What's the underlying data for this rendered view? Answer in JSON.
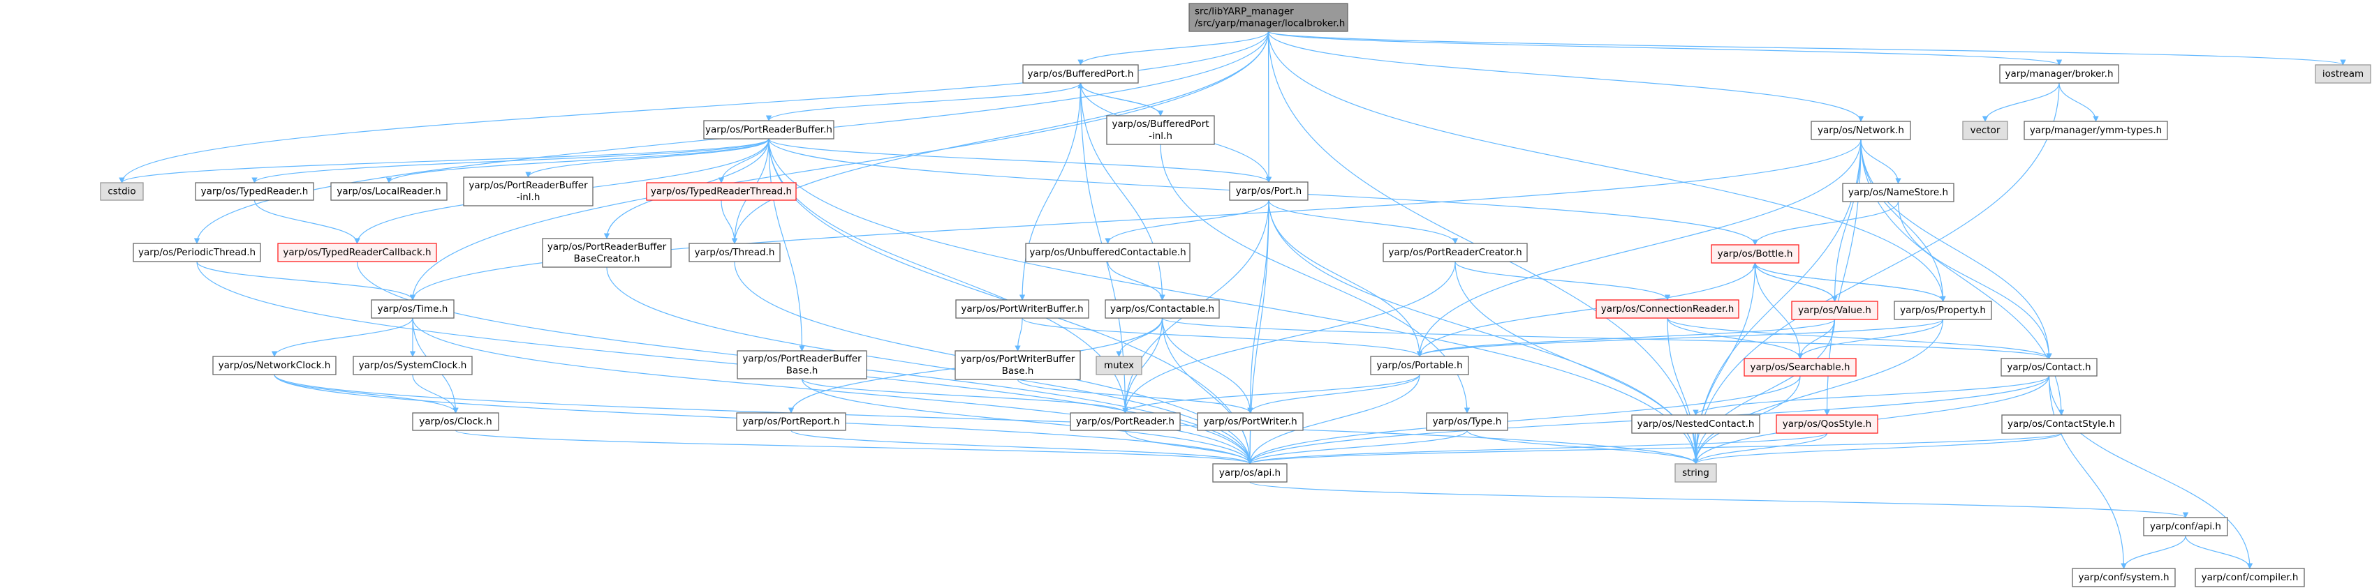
{
  "colors": {
    "edge": "#63b8ff",
    "root_fill": "#999999",
    "red_fill": "#fff0f0",
    "red_border": "#ff2020",
    "gray_fill": "#e0e0e0"
  },
  "nodes": [
    {
      "id": "root",
      "style": "root",
      "lines": [
        "src/libYARP_manager",
        "/src/yarp/manager/localbroker.h"
      ]
    },
    {
      "id": "bufferedport",
      "style": "normal",
      "lines": [
        "yarp/os/BufferedPort.h"
      ]
    },
    {
      "id": "bufferedport_inl",
      "style": "normal",
      "lines": [
        "yarp/os/BufferedPort",
        "-inl.h"
      ]
    },
    {
      "id": "portreaderbuffer",
      "style": "normal",
      "lines": [
        "yarp/os/PortReaderBuffer.h"
      ]
    },
    {
      "id": "port",
      "style": "normal",
      "lines": [
        "yarp/os/Port.h"
      ]
    },
    {
      "id": "cstdio",
      "style": "gray",
      "lines": [
        "cstdio"
      ]
    },
    {
      "id": "typedreader",
      "style": "normal",
      "lines": [
        "yarp/os/TypedReader.h"
      ]
    },
    {
      "id": "localreader",
      "style": "normal",
      "lines": [
        "yarp/os/LocalReader.h"
      ]
    },
    {
      "id": "prb_inl",
      "style": "normal",
      "lines": [
        "yarp/os/PortReaderBuffer",
        "-inl.h"
      ]
    },
    {
      "id": "typedreaderthread",
      "style": "red",
      "lines": [
        "yarp/os/TypedReaderThread.h"
      ]
    },
    {
      "id": "periodicthread",
      "style": "normal",
      "lines": [
        "yarp/os/PeriodicThread.h"
      ]
    },
    {
      "id": "typedreadercallback",
      "style": "red",
      "lines": [
        "yarp/os/TypedReaderCallback.h"
      ]
    },
    {
      "id": "prb_basecreator",
      "style": "normal",
      "lines": [
        "yarp/os/PortReaderBuffer",
        "BaseCreator.h"
      ]
    },
    {
      "id": "thread",
      "style": "normal",
      "lines": [
        "yarp/os/Thread.h"
      ]
    },
    {
      "id": "unbufferedcontactable",
      "style": "normal",
      "lines": [
        "yarp/os/UnbufferedContactable.h"
      ]
    },
    {
      "id": "portreadercreator",
      "style": "normal",
      "lines": [
        "yarp/os/PortReaderCreator.h"
      ]
    },
    {
      "id": "time",
      "style": "normal",
      "lines": [
        "yarp/os/Time.h"
      ]
    },
    {
      "id": "portwriterbuffer",
      "style": "normal",
      "lines": [
        "yarp/os/PortWriterBuffer.h"
      ]
    },
    {
      "id": "contactable",
      "style": "normal",
      "lines": [
        "yarp/os/Contactable.h"
      ]
    },
    {
      "id": "connectionreader",
      "style": "red",
      "lines": [
        "yarp/os/ConnectionReader.h"
      ]
    },
    {
      "id": "value",
      "style": "red",
      "lines": [
        "yarp/os/Value.h"
      ]
    },
    {
      "id": "property",
      "style": "normal",
      "lines": [
        "yarp/os/Property.h"
      ]
    },
    {
      "id": "bottle",
      "style": "red",
      "lines": [
        "yarp/os/Bottle.h"
      ]
    },
    {
      "id": "network",
      "style": "normal",
      "lines": [
        "yarp/os/Network.h"
      ]
    },
    {
      "id": "namestore",
      "style": "normal",
      "lines": [
        "yarp/os/NameStore.h"
      ]
    },
    {
      "id": "broker",
      "style": "normal",
      "lines": [
        "yarp/manager/broker.h"
      ]
    },
    {
      "id": "iostream",
      "style": "gray",
      "lines": [
        "iostream"
      ]
    },
    {
      "id": "vector",
      "style": "gray",
      "lines": [
        "vector"
      ]
    },
    {
      "id": "ymmtypes",
      "style": "normal",
      "lines": [
        "yarp/manager/ymm-types.h"
      ]
    },
    {
      "id": "networkclock",
      "style": "normal",
      "lines": [
        "yarp/os/NetworkClock.h"
      ]
    },
    {
      "id": "systemclock",
      "style": "normal",
      "lines": [
        "yarp/os/SystemClock.h"
      ]
    },
    {
      "id": "clock",
      "style": "normal",
      "lines": [
        "yarp/os/Clock.h"
      ]
    },
    {
      "id": "prb_base",
      "style": "normal",
      "lines": [
        "yarp/os/PortReaderBuffer",
        "Base.h"
      ]
    },
    {
      "id": "portreport",
      "style": "normal",
      "lines": [
        "yarp/os/PortReport.h"
      ]
    },
    {
      "id": "pwb_base",
      "style": "normal",
      "lines": [
        "yarp/os/PortWriterBuffer",
        "Base.h"
      ]
    },
    {
      "id": "mutex",
      "style": "gray",
      "lines": [
        "mutex"
      ]
    },
    {
      "id": "portable",
      "style": "normal",
      "lines": [
        "yarp/os/Portable.h"
      ]
    },
    {
      "id": "searchable",
      "style": "red",
      "lines": [
        "yarp/os/Searchable.h"
      ]
    },
    {
      "id": "contact",
      "style": "normal",
      "lines": [
        "yarp/os/Contact.h"
      ]
    },
    {
      "id": "portreader",
      "style": "normal",
      "lines": [
        "yarp/os/PortReader.h"
      ]
    },
    {
      "id": "portwriter",
      "style": "normal",
      "lines": [
        "yarp/os/PortWriter.h"
      ]
    },
    {
      "id": "type",
      "style": "normal",
      "lines": [
        "yarp/os/Type.h"
      ]
    },
    {
      "id": "nestedcontact",
      "style": "normal",
      "lines": [
        "yarp/os/NestedContact.h"
      ]
    },
    {
      "id": "qosstyle",
      "style": "red",
      "lines": [
        "yarp/os/QosStyle.h"
      ]
    },
    {
      "id": "contactstyle",
      "style": "normal",
      "lines": [
        "yarp/os/ContactStyle.h"
      ]
    },
    {
      "id": "api",
      "style": "normal",
      "lines": [
        "yarp/os/api.h"
      ]
    },
    {
      "id": "string",
      "style": "gray",
      "lines": [
        "string"
      ]
    },
    {
      "id": "confapi",
      "style": "normal",
      "lines": [
        "yarp/conf/api.h"
      ]
    },
    {
      "id": "confsystem",
      "style": "normal",
      "lines": [
        "yarp/conf/system.h"
      ]
    },
    {
      "id": "confcompiler",
      "style": "normal",
      "lines": [
        "yarp/conf/compiler.h"
      ]
    }
  ],
  "edges": [
    [
      "root",
      "bufferedport"
    ],
    [
      "root",
      "port"
    ],
    [
      "root",
      "network"
    ],
    [
      "root",
      "broker"
    ],
    [
      "root",
      "iostream"
    ],
    [
      "root",
      "string"
    ],
    [
      "root",
      "cstdio"
    ],
    [
      "root",
      "time"
    ],
    [
      "root",
      "thread"
    ],
    [
      "root",
      "periodicthread"
    ],
    [
      "root",
      "property"
    ],
    [
      "bufferedport",
      "portreaderbuffer"
    ],
    [
      "bufferedport",
      "port"
    ],
    [
      "bufferedport",
      "bufferedport_inl"
    ],
    [
      "bufferedport",
      "portwriterbuffer"
    ],
    [
      "bufferedport",
      "contactable"
    ],
    [
      "bufferedport",
      "portreader"
    ],
    [
      "bufferedport_inl",
      "bufferedport"
    ],
    [
      "bufferedport_inl",
      "type"
    ],
    [
      "portreaderbuffer",
      "cstdio"
    ],
    [
      "portreaderbuffer",
      "typedreader"
    ],
    [
      "portreaderbuffer",
      "localreader"
    ],
    [
      "portreaderbuffer",
      "prb_inl"
    ],
    [
      "portreaderbuffer",
      "typedreaderthread"
    ],
    [
      "portreaderbuffer",
      "thread"
    ],
    [
      "portreaderbuffer",
      "prb_basecreator"
    ],
    [
      "portreaderbuffer",
      "prb_base"
    ],
    [
      "portreaderbuffer",
      "port"
    ],
    [
      "portreaderbuffer",
      "portreader"
    ],
    [
      "portreaderbuffer",
      "bottle"
    ],
    [
      "portreaderbuffer",
      "string"
    ],
    [
      "portreaderbuffer",
      "typedreadercallback"
    ],
    [
      "portreaderbuffer",
      "api"
    ],
    [
      "typedreader",
      "typedreadercallback"
    ],
    [
      "typedreaderthread",
      "thread"
    ],
    [
      "typedreadercallback",
      "api"
    ],
    [
      "periodicthread",
      "time"
    ],
    [
      "periodicthread",
      "api"
    ],
    [
      "thread",
      "api"
    ],
    [
      "prb_basecreator",
      "api"
    ],
    [
      "port",
      "unbufferedcontactable"
    ],
    [
      "port",
      "portreadercreator"
    ],
    [
      "port",
      "portable"
    ],
    [
      "port",
      "portreader"
    ],
    [
      "port",
      "portwriter"
    ],
    [
      "port",
      "api"
    ],
    [
      "port",
      "string"
    ],
    [
      "unbufferedcontactable",
      "contactable"
    ],
    [
      "portreadercreator",
      "portreader"
    ],
    [
      "portreadercreator",
      "connectionreader"
    ],
    [
      "portreadercreator",
      "string"
    ],
    [
      "contactable",
      "mutex"
    ],
    [
      "contactable",
      "portreader"
    ],
    [
      "contactable",
      "portwriter"
    ],
    [
      "contactable",
      "contact"
    ],
    [
      "contactable",
      "portreport"
    ],
    [
      "contactable",
      "api"
    ],
    [
      "portwriterbuffer",
      "pwb_base"
    ],
    [
      "portwriterbuffer",
      "portable"
    ],
    [
      "pwb_base",
      "portwriter"
    ],
    [
      "time",
      "networkclock"
    ],
    [
      "time",
      "systemclock"
    ],
    [
      "time",
      "clock"
    ],
    [
      "time",
      "api"
    ],
    [
      "networkclock",
      "clock"
    ],
    [
      "networkclock",
      "api"
    ],
    [
      "networkclock",
      "string"
    ],
    [
      "systemclock",
      "clock"
    ],
    [
      "clock",
      "api"
    ],
    [
      "prb_base",
      "portreader"
    ],
    [
      "prb_base",
      "api"
    ],
    [
      "portreport",
      "api"
    ],
    [
      "portable",
      "portreader"
    ],
    [
      "portable",
      "portwriter"
    ],
    [
      "portable",
      "api"
    ],
    [
      "portreader",
      "api"
    ],
    [
      "portwriter",
      "api"
    ],
    [
      "type",
      "api"
    ],
    [
      "type",
      "string"
    ],
    [
      "connectionreader",
      "searchable"
    ],
    [
      "connectionreader",
      "contact"
    ],
    [
      "connectionreader",
      "string"
    ],
    [
      "network",
      "time"
    ],
    [
      "network",
      "portable"
    ],
    [
      "network",
      "namestore"
    ],
    [
      "network",
      "value"
    ],
    [
      "network",
      "property"
    ],
    [
      "network",
      "contact"
    ],
    [
      "network",
      "contactstyle"
    ],
    [
      "network",
      "qosstyle"
    ],
    [
      "network",
      "string"
    ],
    [
      "namestore",
      "bottle"
    ],
    [
      "namestore",
      "contact"
    ],
    [
      "bottle",
      "portable"
    ],
    [
      "bottle",
      "value"
    ],
    [
      "bottle",
      "property"
    ],
    [
      "bottle",
      "searchable"
    ],
    [
      "bottle",
      "string"
    ],
    [
      "value",
      "bottle"
    ],
    [
      "value",
      "searchable"
    ],
    [
      "value",
      "portable"
    ],
    [
      "value",
      "string"
    ],
    [
      "property",
      "bottle"
    ],
    [
      "property",
      "searchable"
    ],
    [
      "property",
      "portable"
    ],
    [
      "property",
      "string"
    ],
    [
      "searchable",
      "api"
    ],
    [
      "searchable",
      "string"
    ],
    [
      "contact",
      "nestedcontact"
    ],
    [
      "contact",
      "string"
    ],
    [
      "contact",
      "api"
    ],
    [
      "contact",
      "confsystem"
    ],
    [
      "contact",
      "confcompiler"
    ],
    [
      "nestedcontact",
      "string"
    ],
    [
      "qosstyle",
      "api"
    ],
    [
      "qosstyle",
      "string"
    ],
    [
      "contactstyle",
      "api"
    ],
    [
      "contactstyle",
      "string"
    ],
    [
      "api",
      "confapi"
    ],
    [
      "confapi",
      "confsystem"
    ],
    [
      "confapi",
      "confcompiler"
    ],
    [
      "broker",
      "vector"
    ],
    [
      "broker",
      "ymmtypes"
    ],
    [
      "broker",
      "string"
    ]
  ]
}
